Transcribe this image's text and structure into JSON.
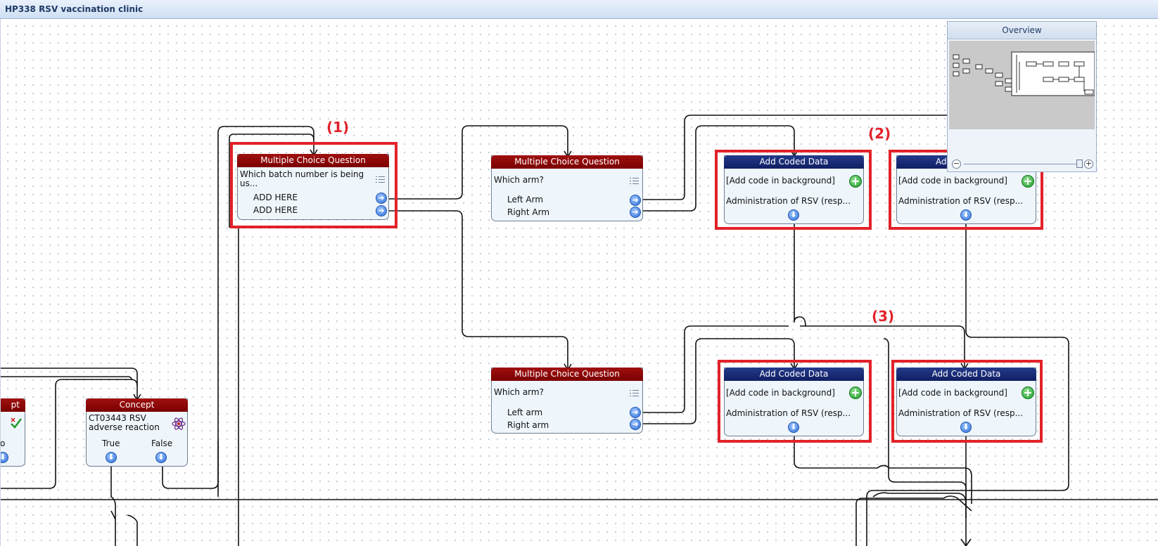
{
  "window": {
    "title": "HP338 RSV vaccination clinic"
  },
  "overview": {
    "title": "Overview"
  },
  "annotations": [
    "(1)",
    "(2)",
    "(3)"
  ],
  "nodes": {
    "mcq1": {
      "type": "Multiple Choice Question",
      "question": "Which batch number is being us...",
      "options": [
        "ADD HERE",
        "ADD HERE"
      ]
    },
    "mcq2": {
      "type": "Multiple Choice Question",
      "question": "Which arm?",
      "options": [
        "Left Arm",
        "Right Arm"
      ]
    },
    "mcq3": {
      "type": "Multiple Choice Question",
      "question": "Which arm?",
      "options": [
        "Left arm",
        "Right arm"
      ]
    },
    "acd1": {
      "type": "Add Coded Data",
      "line1": "[Add code in background]",
      "line2": "Administration of RSV (resp..."
    },
    "acd2": {
      "type": "Ad",
      "line1": "[Add code in background]",
      "line2": "Administration of RSV (resp..."
    },
    "acd3": {
      "type": "Add Coded Data",
      "line1": "[Add code in background]",
      "line2": "Administration of RSV (resp..."
    },
    "acd4": {
      "type": "Add Coded Data",
      "line1": "[Add code in background]",
      "line2": "Administration of RSV (resp..."
    },
    "concept": {
      "type": "Concept",
      "text": "CT03443 RSV adverse reaction",
      "true_label": "True",
      "false_label": "False"
    },
    "partial": {
      "type": "pt",
      "text": "o"
    }
  },
  "icons": {
    "list": "list-icon",
    "arrow_right": "arrow-right-icon",
    "arrow_down": "arrow-down-icon",
    "plus": "add-icon",
    "atom": "atom-icon",
    "check": "check-icon",
    "zoom_out": "zoom-out-icon",
    "zoom_in": "zoom-in-icon"
  },
  "colors": {
    "mcq_header": "#8b0000",
    "acd_header": "#14246e",
    "highlight": "#e2222a",
    "arrow_button": "#2e6fd8",
    "plus_button": "#1c9b2a"
  }
}
